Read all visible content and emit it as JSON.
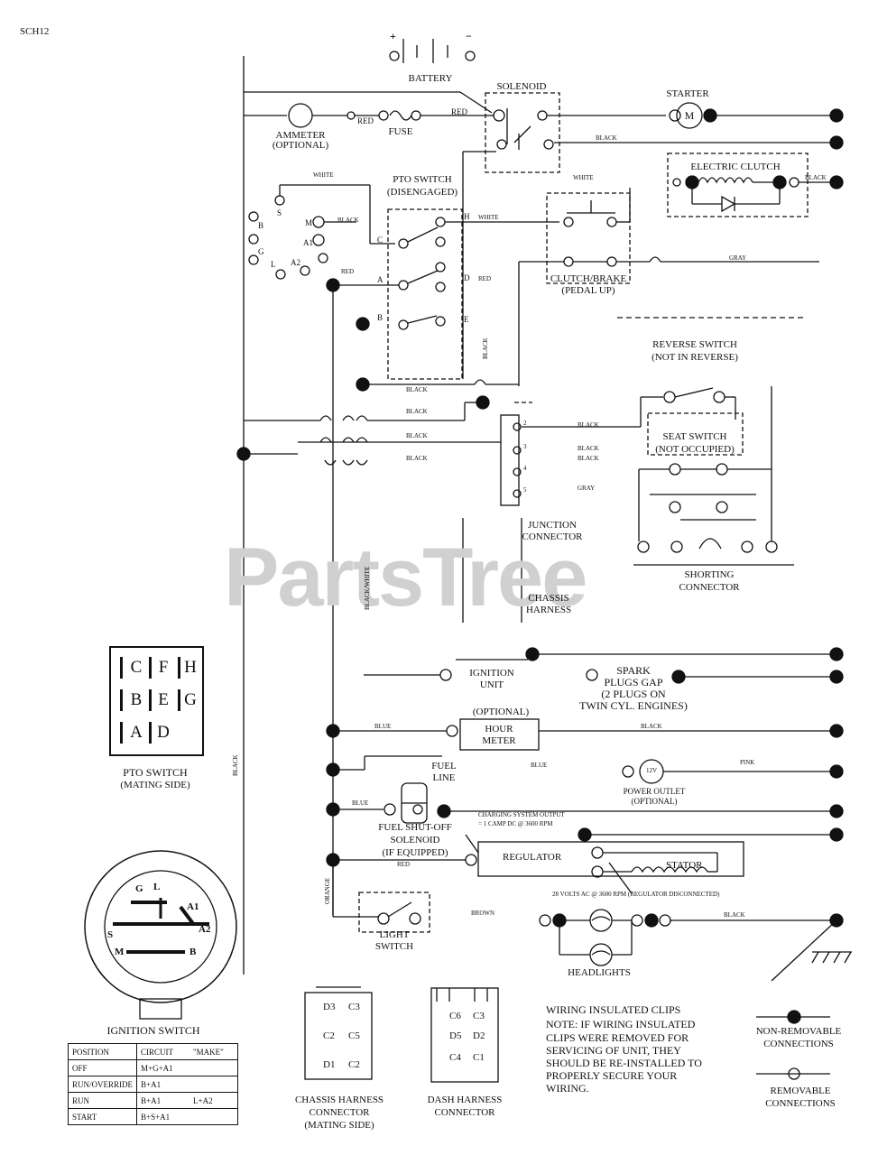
{
  "page": {
    "code": "SCH12",
    "watermark": "PartsTree"
  },
  "labels": {
    "battery": "BATTERY",
    "battery_plus": "+",
    "battery_minus": "−",
    "solenoid": "SOLENOID",
    "starter": "STARTER",
    "starter_motor": "M",
    "ammeter": "AMMETER",
    "ammeter_opt": "(OPTIONAL)",
    "fuse": "FUSE",
    "electric_clutch": "ELECTRIC CLUTCH",
    "pto_switch": "PTO SWITCH",
    "pto_switch_state": "(DISENGAGED)",
    "clutch_brake": "CLUTCH/BRAKE",
    "clutch_brake_state": "(PEDAL UP)",
    "reverse_switch": "REVERSE SWITCH",
    "reverse_switch_state": "(NOT IN REVERSE)",
    "seat_switch": "SEAT SWITCH",
    "seat_switch_state": "(NOT OCCUPIED)",
    "junction": "JUNCTION",
    "junction2": "CONNECTOR",
    "shorting": "SHORTING",
    "shorting2": "CONNECTOR",
    "chassis_harness": "CHASSIS",
    "chassis_harness2": "HARNESS",
    "ignition_unit": "IGNITION",
    "ignition_unit2": "UNIT",
    "spark1": "SPARK",
    "spark2": "PLUGS GAP",
    "spark3": "(2 PLUGS ON",
    "spark4": "TWIN CYL. ENGINES)",
    "optional": "(OPTIONAL)",
    "hour": "HOUR",
    "meter": "METER",
    "fuel": "FUEL",
    "line": "LINE",
    "power_outlet": "POWER OUTLET",
    "power_outlet_opt": "(OPTIONAL)",
    "outlet_voltage": "12V",
    "fuel_shutoff": "FUEL SHUT-OFF",
    "fuel_shutoff2": "SOLENOID",
    "fuel_shutoff3": "(IF EQUIPPED)",
    "charging1": "CHARGING SYSTEM OUTPUT",
    "charging2": "= 1 CAMP DC @ 3600 RPM",
    "regulator": "REGULATOR",
    "stator": "STATOR",
    "volts": "28 VOLTS AC @ 3600 RPM (REGULATOR DISCONNECTED)",
    "light_switch": "LIGHT",
    "light_switch2": "SWITCH",
    "headlights": "HEADLIGHTS",
    "pto_side": "PTO SWITCH",
    "pto_side2": "(MATING SIDE)",
    "ignition_switch": "IGNITION SWITCH",
    "chassis_conn1": "CHASSIS HARNESS",
    "chassis_conn2": "CONNECTOR",
    "chassis_conn3": "(MATING SIDE)",
    "dash_conn1": "DASH HARNESS",
    "dash_conn2": "CONNECTOR",
    "clips1": "WIRING INSULATED CLIPS",
    "clips2": "NOTE: IF WIRING INSULATED",
    "clips3": "CLIPS WERE REMOVED FOR",
    "clips4": "SERVICING OF UNIT, THEY",
    "clips5": "SHOULD BE RE-INSTALLED TO",
    "clips6": "PROPERLY SECURE YOUR",
    "clips7": "WIRING.",
    "nonremovable1": "NON-REMOVABLE",
    "nonremovable2": "CONNECTIONS",
    "removable1": "REMOVABLE",
    "removable2": "CONNECTIONS"
  },
  "wires": {
    "red": "RED",
    "black": "BLACK",
    "white": "WHITE",
    "gray": "GRAY",
    "blue": "BLUE",
    "orange": "ORANGE",
    "brown": "BROWN",
    "black_white": "BLACK/WHITE",
    "pink": "PINK"
  },
  "pto_terminals": [
    "B",
    "S",
    "M",
    "A1",
    "A2",
    "L",
    "G"
  ],
  "pto_contacts": [
    "C",
    "H",
    "A",
    "D",
    "B",
    "E"
  ],
  "junction_pins": [
    "2",
    "3",
    "4",
    "5"
  ],
  "pto_grid": [
    "C",
    "F",
    "H",
    "B",
    "E",
    "G",
    "A",
    "D"
  ],
  "ignition_terms": [
    "G",
    "L",
    "A1",
    "S",
    "A2",
    "M",
    "B"
  ],
  "ignition_table": {
    "headers": [
      "POSITION",
      "CIRCUIT",
      "\"MAKE\""
    ],
    "rows": [
      [
        "OFF",
        "M+G+A1",
        ""
      ],
      [
        "RUN/OVERRIDE",
        "B+A1",
        ""
      ],
      [
        "RUN",
        "B+A1",
        "L+A2"
      ],
      [
        "START",
        "B+S+A1",
        ""
      ]
    ]
  },
  "chassis_pins": [
    "D3",
    "C3",
    "C2",
    "C5",
    "D1",
    "C2"
  ],
  "dash_pins": [
    "C6",
    "C3",
    "D5",
    "D2",
    "C4",
    "C1"
  ]
}
